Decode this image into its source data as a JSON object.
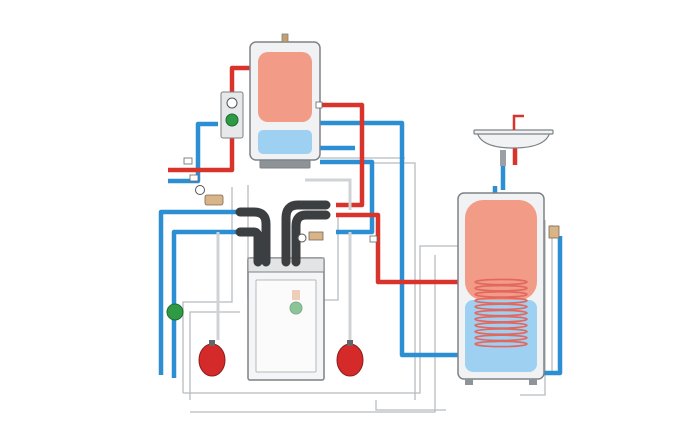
{
  "colors": {
    "hot_pipe": "#d8342c",
    "cold_pipe": "#2c8fd4",
    "ctrl_line": "#b8bcbf",
    "tank_shell": "#f1f2f3",
    "tank_outline": "#7d8286",
    "hot_fill": "#f29b87",
    "cold_fill": "#9ed0f2",
    "coil": "#e2685f",
    "insulated_pipe": "#3c3f42",
    "expansion_vessel": "#d42a2a",
    "pump": "#2e9a45",
    "fixture": "#cfd3d6"
  },
  "components": [
    {
      "name": "buffer-tank"
    },
    {
      "name": "hot-water-cylinder"
    },
    {
      "name": "heat-pump-unit"
    },
    {
      "name": "wash-basin"
    },
    {
      "name": "expansion-vessel-left"
    },
    {
      "name": "expansion-vessel-right"
    },
    {
      "name": "circulation-pump-left"
    },
    {
      "name": "circulation-pump-buffer"
    }
  ]
}
